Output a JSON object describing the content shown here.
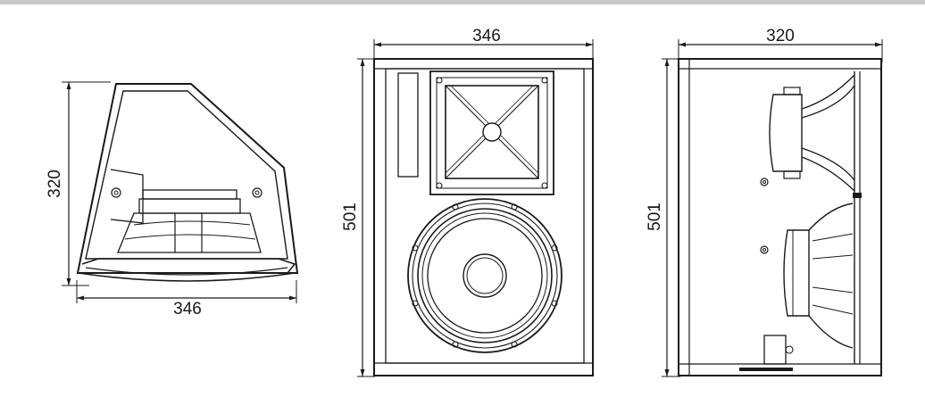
{
  "drawings": {
    "side_view": {
      "height_label": "320",
      "width_label": "346"
    },
    "front_view": {
      "width_label": "346",
      "height_label": "501"
    },
    "profile_view": {
      "width_label": "320",
      "height_label": "501"
    }
  }
}
